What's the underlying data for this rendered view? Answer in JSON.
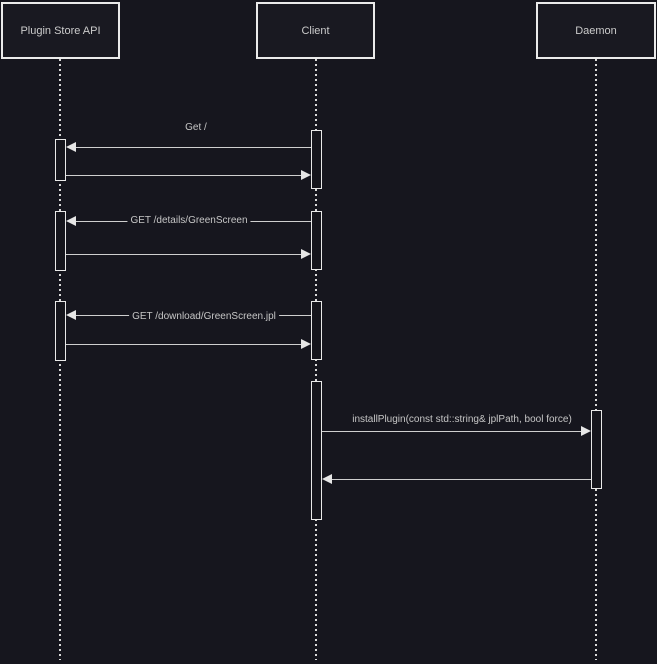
{
  "diagram": {
    "type": "uml-sequence-diagram",
    "colors": {
      "background": "#16161e",
      "box_fill": "#191921",
      "box_border": "#ebebeb",
      "line": "#cfcfcf",
      "arrowhead": "#e6e6e6",
      "text": "#c6c6c6"
    },
    "participants": [
      {
        "name": "Plugin Store API"
      },
      {
        "name": "Client"
      },
      {
        "name": "Daemon"
      }
    ],
    "messages": [
      {
        "from": "Client",
        "to": "Plugin Store API",
        "kind": "request",
        "label": "Get /"
      },
      {
        "from": "Plugin Store API",
        "to": "Client",
        "kind": "return",
        "label": ""
      },
      {
        "from": "Client",
        "to": "Plugin Store API",
        "kind": "request",
        "label": "GET /details/GreenScreen"
      },
      {
        "from": "Plugin Store API",
        "to": "Client",
        "kind": "return",
        "label": ""
      },
      {
        "from": "Client",
        "to": "Plugin Store API",
        "kind": "request",
        "label": "GET /download/GreenScreen.jpl"
      },
      {
        "from": "Plugin Store API",
        "to": "Client",
        "kind": "return",
        "label": ""
      },
      {
        "from": "Client",
        "to": "Daemon",
        "kind": "request",
        "label": "installPlugin(const std::string&amp; jplPath, bool force)"
      },
      {
        "from": "Daemon",
        "to": "Client",
        "kind": "return",
        "label": ""
      }
    ]
  }
}
